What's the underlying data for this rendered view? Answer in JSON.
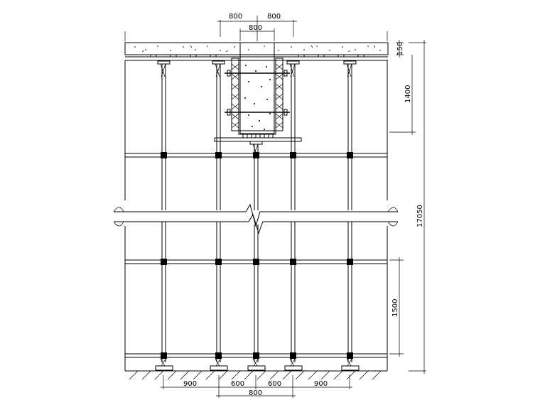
{
  "dimensions": {
    "top_left": "800",
    "top_right": "800",
    "top_inner": "800",
    "slab_thickness": "150",
    "beam_zone": "1400",
    "total_height": "17050",
    "step_height": "1500",
    "bottom_spacing": [
      "900",
      "600",
      "600",
      "900"
    ],
    "bottom_inner": "800"
  }
}
